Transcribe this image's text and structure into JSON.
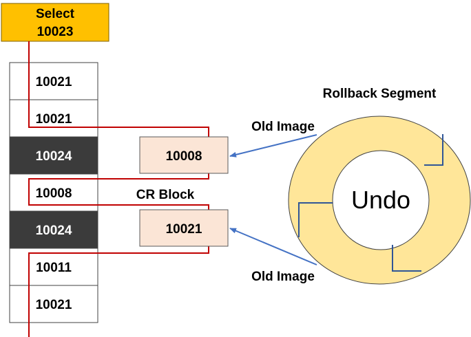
{
  "query": {
    "line1": "Select",
    "line2": "10023"
  },
  "blocks": [
    {
      "value": "10021",
      "dark": false
    },
    {
      "value": "10021",
      "dark": false
    },
    {
      "value": "10024",
      "dark": true
    },
    {
      "value": "10008",
      "dark": false
    },
    {
      "value": "10024",
      "dark": true
    },
    {
      "value": "10011",
      "dark": false
    },
    {
      "value": "10021",
      "dark": false
    }
  ],
  "cr_blocks": [
    {
      "value": "10008"
    },
    {
      "value": "10021"
    }
  ],
  "cr_label": "CR Block",
  "old_image_labels": [
    "Old Image",
    "Old Image"
  ],
  "rollback_segment": {
    "title": "Rollback Segment",
    "center": "Undo"
  },
  "colors": {
    "query_fill": "#FFC000",
    "dark_cell": "#3B3B3B",
    "cr_fill": "#FBE5D6",
    "ring_fill": "#FFE699",
    "scan_path": "#C00000",
    "arrow": "#4472C4",
    "ring_marks": "#2F5597"
  }
}
